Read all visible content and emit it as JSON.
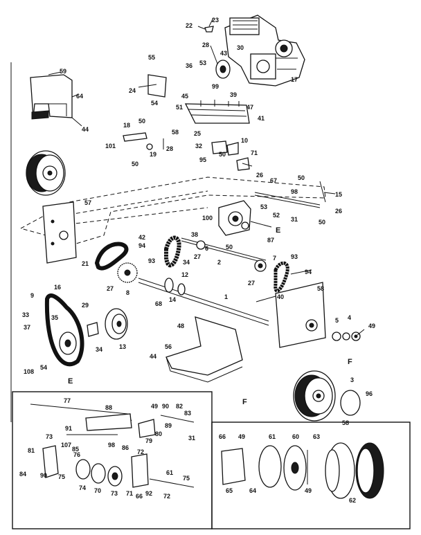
{
  "diagram": {
    "section_labels": {
      "e_main": "E",
      "f_main": "F",
      "e_inset": "E",
      "f_inset": "F"
    },
    "main_callouts": [
      {
        "id": "c22",
        "text": "22"
      },
      {
        "id": "c23",
        "text": "23"
      },
      {
        "id": "c28a",
        "text": "28"
      },
      {
        "id": "c43",
        "text": "43"
      },
      {
        "id": "c30",
        "text": "30"
      },
      {
        "id": "c17",
        "text": "17"
      },
      {
        "id": "c55",
        "text": "55"
      },
      {
        "id": "c36",
        "text": "36"
      },
      {
        "id": "c53",
        "text": "53"
      },
      {
        "id": "c99",
        "text": "99"
      },
      {
        "id": "c24",
        "text": "24"
      },
      {
        "id": "c54",
        "text": "54"
      },
      {
        "id": "c59",
        "text": "59"
      },
      {
        "id": "c64",
        "text": "64"
      },
      {
        "id": "c44a",
        "text": "44"
      },
      {
        "id": "c45",
        "text": "45"
      },
      {
        "id": "c39",
        "text": "39"
      },
      {
        "id": "c51a",
        "text": "51"
      },
      {
        "id": "c47",
        "text": "47"
      },
      {
        "id": "c41",
        "text": "41"
      },
      {
        "id": "c18",
        "text": "18"
      },
      {
        "id": "c50a",
        "text": "50"
      },
      {
        "id": "c101",
        "text": "101"
      },
      {
        "id": "c19",
        "text": "19"
      },
      {
        "id": "c28b",
        "text": "28"
      },
      {
        "id": "c50b",
        "text": "50"
      },
      {
        "id": "c58",
        "text": "58"
      },
      {
        "id": "c25",
        "text": "25"
      },
      {
        "id": "c10",
        "text": "10"
      },
      {
        "id": "c32",
        "text": "32"
      },
      {
        "id": "c50c",
        "text": "50"
      },
      {
        "id": "c95",
        "text": "95"
      },
      {
        "id": "c71",
        "text": "71"
      },
      {
        "id": "c26a",
        "text": "26"
      },
      {
        "id": "c67",
        "text": "67"
      },
      {
        "id": "c98",
        "text": "98"
      },
      {
        "id": "c50d",
        "text": "50"
      },
      {
        "id": "c15",
        "text": "15"
      },
      {
        "id": "c57",
        "text": "57"
      },
      {
        "id": "c53b",
        "text": "53"
      },
      {
        "id": "c52",
        "text": "52"
      },
      {
        "id": "c31",
        "text": "31"
      },
      {
        "id": "c50e",
        "text": "50"
      },
      {
        "id": "c26b",
        "text": "26"
      },
      {
        "id": "c100",
        "text": "100"
      },
      {
        "id": "cE",
        "text": "E"
      },
      {
        "id": "c38",
        "text": "38"
      },
      {
        "id": "c42",
        "text": "42"
      },
      {
        "id": "c94a",
        "text": "94"
      },
      {
        "id": "c6",
        "text": "6"
      },
      {
        "id": "c50f",
        "text": "50"
      },
      {
        "id": "c87",
        "text": "87"
      },
      {
        "id": "c21",
        "text": "21"
      },
      {
        "id": "c93a",
        "text": "93"
      },
      {
        "id": "c34a",
        "text": "34"
      },
      {
        "id": "c27a",
        "text": "27"
      },
      {
        "id": "c2",
        "text": "2"
      },
      {
        "id": "c7",
        "text": "7"
      },
      {
        "id": "c93b",
        "text": "93"
      },
      {
        "id": "c94b",
        "text": "94"
      },
      {
        "id": "c27b",
        "text": "27"
      },
      {
        "id": "c8",
        "text": "8"
      },
      {
        "id": "c12",
        "text": "12"
      },
      {
        "id": "c27c",
        "text": "27"
      },
      {
        "id": "c9",
        "text": "9"
      },
      {
        "id": "c16",
        "text": "16"
      },
      {
        "id": "c68",
        "text": "68"
      },
      {
        "id": "c14",
        "text": "14"
      },
      {
        "id": "c1",
        "text": "1"
      },
      {
        "id": "c58b",
        "text": "58"
      },
      {
        "id": "c40",
        "text": "40"
      },
      {
        "id": "c29",
        "text": "29"
      },
      {
        "id": "c33",
        "text": "33"
      },
      {
        "id": "c35",
        "text": "35"
      },
      {
        "id": "c37",
        "text": "37"
      },
      {
        "id": "c34b",
        "text": "34"
      },
      {
        "id": "c13",
        "text": "13"
      },
      {
        "id": "c48",
        "text": "48"
      },
      {
        "id": "c5",
        "text": "5"
      },
      {
        "id": "c4",
        "text": "4"
      },
      {
        "id": "c49a",
        "text": "49"
      },
      {
        "id": "c44b",
        "text": "44"
      },
      {
        "id": "c56",
        "text": "56"
      },
      {
        "id": "c108",
        "text": "108"
      },
      {
        "id": "c54b",
        "text": "54"
      },
      {
        "id": "cF",
        "text": "F"
      },
      {
        "id": "c3",
        "text": "3"
      },
      {
        "id": "c96",
        "text": "96"
      },
      {
        "id": "c58c",
        "text": "58"
      }
    ],
    "inset_e_callouts": [
      {
        "id": "e77",
        "text": "77"
      },
      {
        "id": "e88",
        "text": "88"
      },
      {
        "id": "e49",
        "text": "49"
      },
      {
        "id": "e90a",
        "text": "90"
      },
      {
        "id": "e82",
        "text": "82"
      },
      {
        "id": "e83",
        "text": "83"
      },
      {
        "id": "e89",
        "text": "89"
      },
      {
        "id": "e91",
        "text": "91"
      },
      {
        "id": "e73a",
        "text": "73"
      },
      {
        "id": "e80",
        "text": "80"
      },
      {
        "id": "e79",
        "text": "79"
      },
      {
        "id": "e31",
        "text": "31"
      },
      {
        "id": "e107",
        "text": "107"
      },
      {
        "id": "e98",
        "text": "98"
      },
      {
        "id": "e76",
        "text": "76"
      },
      {
        "id": "e85",
        "text": "85"
      },
      {
        "id": "e81",
        "text": "81"
      },
      {
        "id": "e86",
        "text": "86"
      },
      {
        "id": "e72a",
        "text": "72"
      },
      {
        "id": "e84",
        "text": "84"
      },
      {
        "id": "e90b",
        "text": "90"
      },
      {
        "id": "e75a",
        "text": "75"
      },
      {
        "id": "e74",
        "text": "74"
      },
      {
        "id": "e70",
        "text": "70"
      },
      {
        "id": "e73b",
        "text": "73"
      },
      {
        "id": "e71",
        "text": "71"
      },
      {
        "id": "e66",
        "text": "66"
      },
      {
        "id": "e92",
        "text": "92"
      },
      {
        "id": "e61",
        "text": "61"
      },
      {
        "id": "e75b",
        "text": "75"
      },
      {
        "id": "e72b",
        "text": "72"
      }
    ],
    "inset_f_callouts": [
      {
        "id": "f66",
        "text": "66"
      },
      {
        "id": "f49a",
        "text": "49"
      },
      {
        "id": "f61",
        "text": "61"
      },
      {
        "id": "f60",
        "text": "60"
      },
      {
        "id": "f63",
        "text": "63"
      },
      {
        "id": "f65",
        "text": "65"
      },
      {
        "id": "f64",
        "text": "64"
      },
      {
        "id": "f49b",
        "text": "49"
      },
      {
        "id": "f62",
        "text": "62"
      }
    ]
  }
}
